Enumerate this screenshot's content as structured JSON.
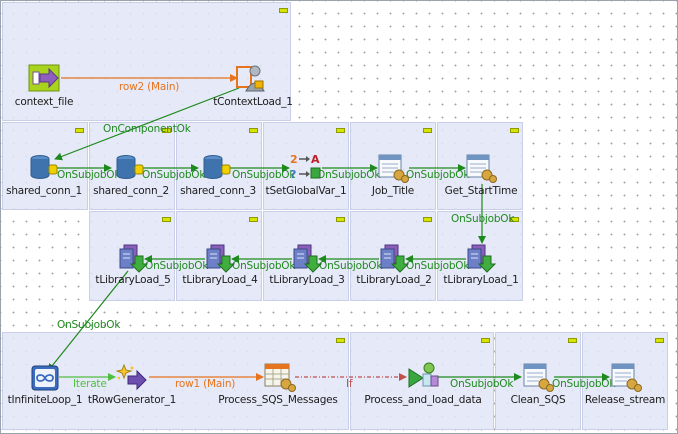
{
  "colors": {
    "subjob_bg": "#e2e6f6",
    "main_link": "#e6741e",
    "trigger_link": "#1e8a1e",
    "iterate_link": "#4fbf3f",
    "if_link": "#c0504d",
    "collapse_button": "#d7e400"
  },
  "components": {
    "context_file": {
      "label": "context_file",
      "icon": "file-input-icon"
    },
    "tContextLoad_1": {
      "label": "tContextLoad_1",
      "icon": "context-load-icon"
    },
    "shared_conn_1": {
      "label": "shared_conn_1",
      "icon": "database-connection-icon"
    },
    "shared_conn_2": {
      "label": "shared_conn_2",
      "icon": "database-connection-icon"
    },
    "shared_conn_3": {
      "label": "shared_conn_3",
      "icon": "database-connection-icon"
    },
    "tSetGlobalVar_1": {
      "label": "tSetGlobalVar_1",
      "icon": "set-global-var-icon"
    },
    "Job_Title": {
      "label": "Job_Title",
      "icon": "job-document-icon"
    },
    "Get_StartTime": {
      "label": "Get_StartTime",
      "icon": "job-document-icon"
    },
    "tLibraryLoad_1": {
      "label": "tLibraryLoad_1",
      "icon": "library-load-icon"
    },
    "tLibraryLoad_2": {
      "label": "tLibraryLoad_2",
      "icon": "library-load-icon"
    },
    "tLibraryLoad_3": {
      "label": "tLibraryLoad_3",
      "icon": "library-load-icon"
    },
    "tLibraryLoad_4": {
      "label": "tLibraryLoad_4",
      "icon": "library-load-icon"
    },
    "tLibraryLoad_5": {
      "label": "tLibraryLoad_5",
      "icon": "library-load-icon"
    },
    "tInfiniteLoop_1": {
      "label": "tInfiniteLoop_1",
      "icon": "infinite-loop-icon"
    },
    "tRowGenerator_1": {
      "label": "tRowGenerator_1",
      "icon": "row-generator-icon"
    },
    "Process_SQS_Messages": {
      "label": "Process_SQS_Messages",
      "icon": "process-table-icon"
    },
    "Process_and_load_data": {
      "label": "Process_and_load_data",
      "icon": "run-job-icon"
    },
    "Clean_SQS": {
      "label": "Clean_SQS",
      "icon": "job-document-icon"
    },
    "Release_stream": {
      "label": "Release_stream",
      "icon": "job-document-icon"
    }
  },
  "links": {
    "row2_main": "row2 (Main)",
    "on_component_ok": "OnComponentOk",
    "on_subjob_ok_1": "OnSubjobOk",
    "on_subjob_ok_2": "OnSubjobOk",
    "on_subjob_ok_3": "OnSubjobOk",
    "on_subjob_ok_4": "OnSubjobOk",
    "on_subjob_ok_5": "OnSubjobOk",
    "on_subjob_ok_6": "OnSubjobOk",
    "on_subjob_ok_7": "OnSubjobOk",
    "on_subjob_ok_8": "OnSubjobOk",
    "on_subjob_ok_9": "OnSubjobOk",
    "on_subjob_ok_10": "OnSubjobOk",
    "on_subjob_ok_11": "OnSubjobOk",
    "on_subjob_ok_12": "OnSubjobOk",
    "iterate": "Iterate",
    "row1_main": "row1 (Main)",
    "if": "If"
  }
}
